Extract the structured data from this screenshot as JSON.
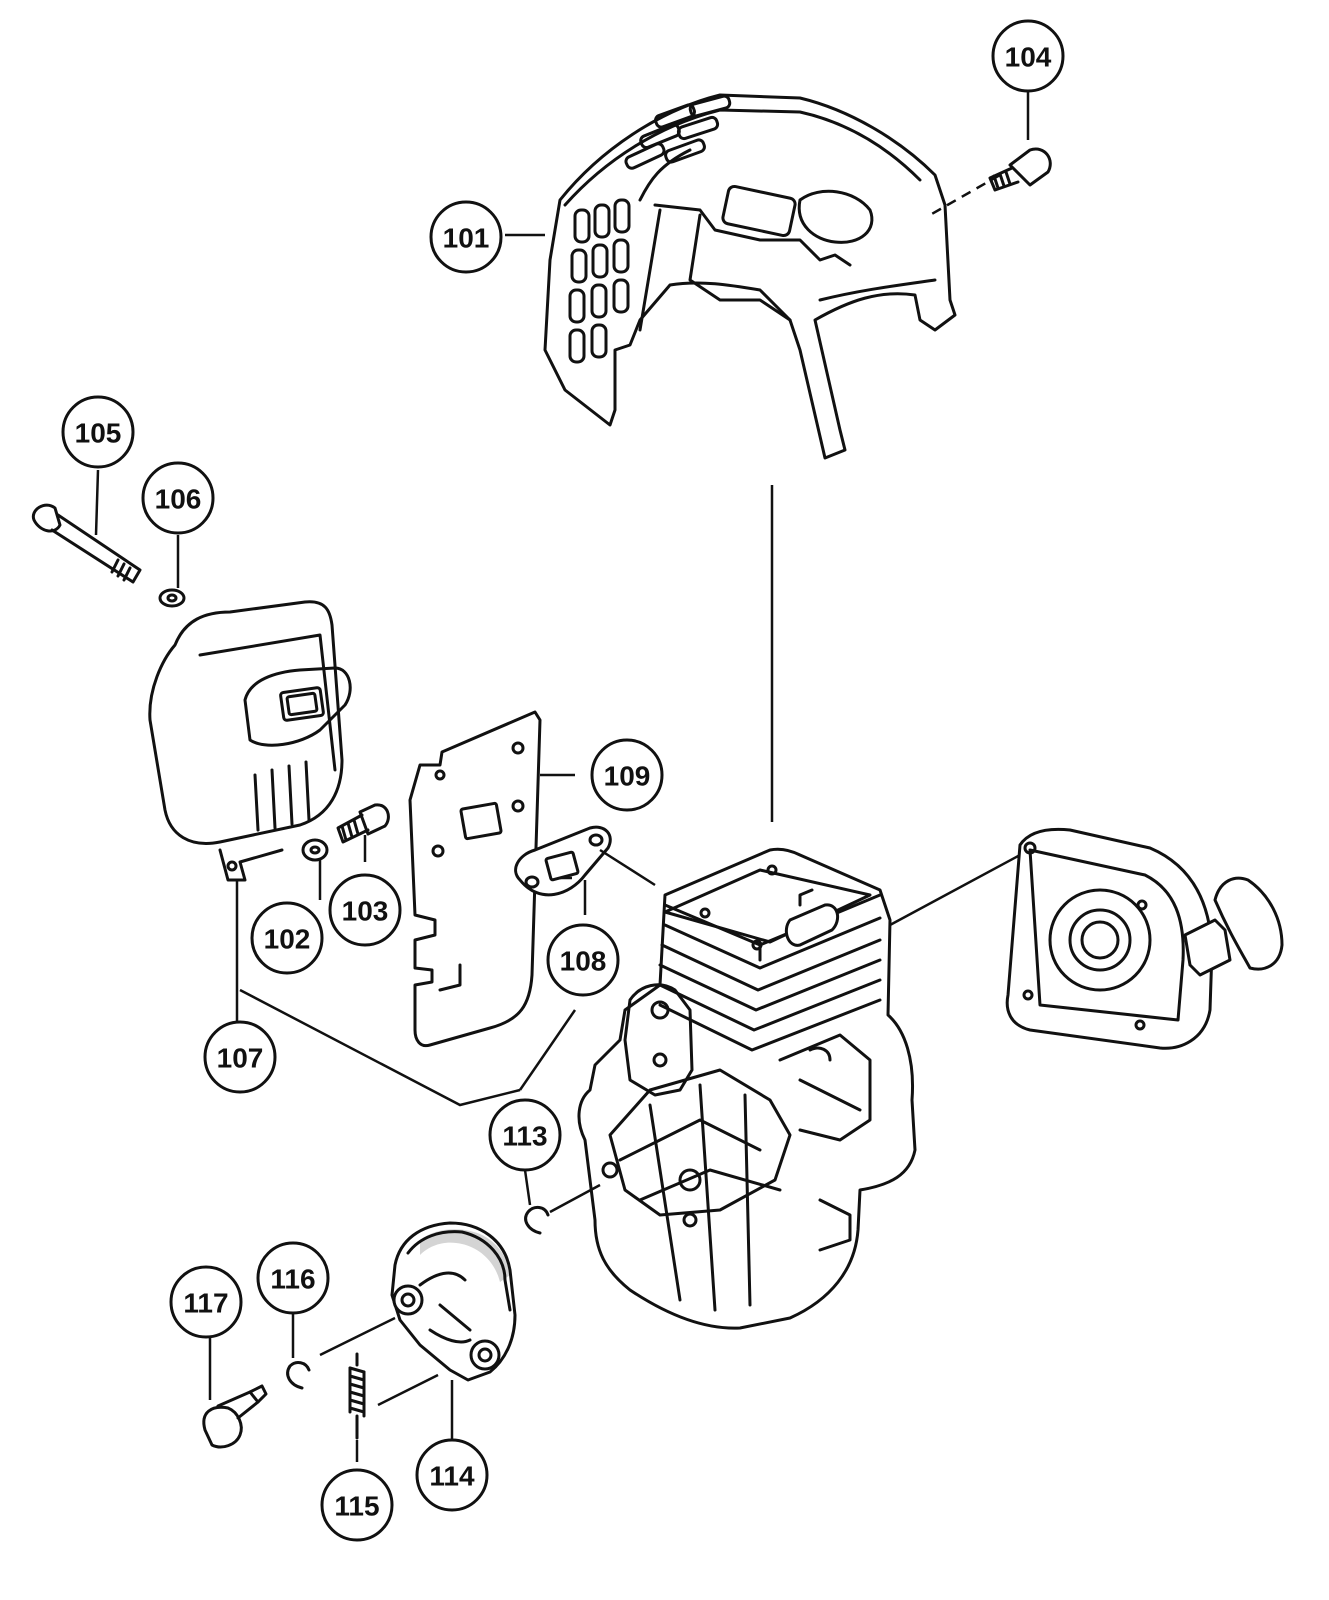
{
  "callouts": [
    {
      "id": "101",
      "label": "101",
      "part": "engine cover"
    },
    {
      "id": "102",
      "label": "102",
      "part": "washer"
    },
    {
      "id": "103",
      "label": "103",
      "part": "bolt"
    },
    {
      "id": "104",
      "label": "104",
      "part": "screw"
    },
    {
      "id": "105",
      "label": "105",
      "part": "long bolt"
    },
    {
      "id": "106",
      "label": "106",
      "part": "washer"
    },
    {
      "id": "107",
      "label": "107",
      "part": "muffler"
    },
    {
      "id": "108",
      "label": "108",
      "part": "gasket"
    },
    {
      "id": "109",
      "label": "109",
      "part": "heat shield plate"
    },
    {
      "id": "113",
      "label": "113",
      "part": "e-ring"
    },
    {
      "id": "114",
      "label": "114",
      "part": "clutch shoe"
    },
    {
      "id": "115",
      "label": "115",
      "part": "spring"
    },
    {
      "id": "116",
      "label": "116",
      "part": "e-ring"
    },
    {
      "id": "117",
      "label": "117",
      "part": "shoulder bolt"
    }
  ],
  "colors": {
    "ink": "#111111",
    "paper": "#ffffff"
  }
}
